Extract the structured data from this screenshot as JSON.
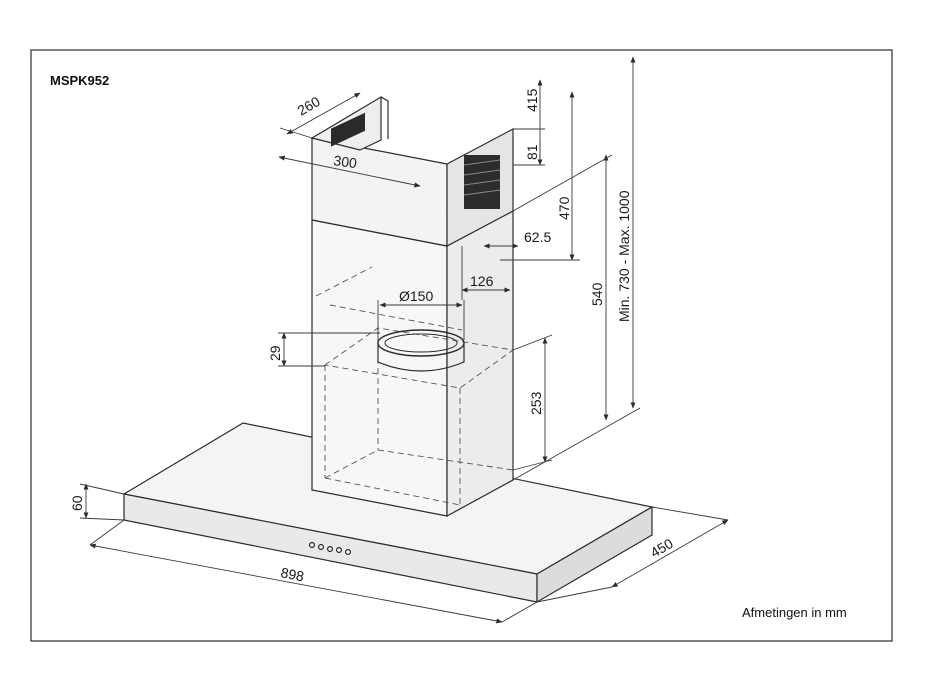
{
  "model": "MSPK952",
  "units_note": "Afmetingen in mm",
  "dimensions": {
    "chimney_depth": "260",
    "chimney_width": "300",
    "top_415": "415",
    "top_81": "81",
    "height_470": "470",
    "offset_625": "62.5",
    "offset_126": "126",
    "height_540": "540",
    "range": "Min. 730 - Max. 1000",
    "duct_diameter": "Ø150",
    "collar_29": "29",
    "motor_253": "253",
    "canopy_60": "60",
    "canopy_width": "898",
    "canopy_depth": "450"
  }
}
